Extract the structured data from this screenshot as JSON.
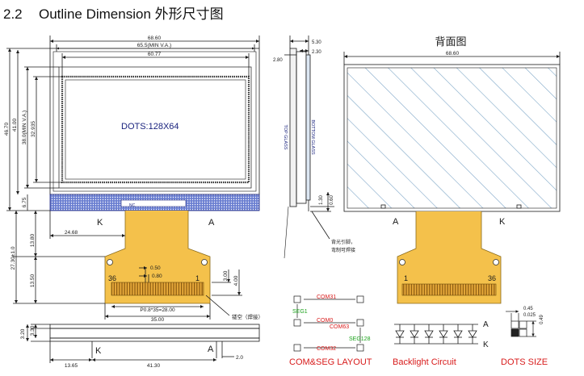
{
  "heading": {
    "number": "2.2",
    "title": "Outline Dimension 外形尺寸图"
  },
  "front": {
    "width_overall": "68.60",
    "va_width": "65.5(MIN V.A.)",
    "aa_width": "60.77",
    "height_overall": "46.70",
    "height_41": "41.00",
    "va_height": "38.0(MIN V.A.)",
    "aa_height": "32.935",
    "dim_675": "6.75",
    "dots_text": "DOTS:128X64",
    "label_k": "K",
    "label_a": "A",
    "dim_2468": "24.68",
    "dim_1380": "13.80",
    "dim_2730": "27.30±1.0",
    "dim_1350": "13.50",
    "dim_050": "0.50",
    "dim_080": "0.80",
    "dim_300": "3.00",
    "dim_400": "4.00",
    "pin_36": "36",
    "pin_1": "1",
    "pitch": "P0.8*35=28.00",
    "dim_3500": "35.00",
    "note_hollow": "镂空（焊接）",
    "chip_label": "NC"
  },
  "side": {
    "dim_530": "5.30",
    "dim_230": "2.30",
    "dim_280": "2.80",
    "top_glass": "TOP GLASS",
    "bottom_glass": "BOTTOM GLASS",
    "dim_130": "1.30",
    "dim_060": "0.60",
    "note_backlight": "背光引脚，",
    "note_solder": "弯制可焊接"
  },
  "back": {
    "title": "背面图",
    "width": "68.60",
    "label_a": "A",
    "label_k": "K",
    "pin_1": "1",
    "pin_36": "36"
  },
  "bottom": {
    "dim_320": "3.20",
    "dim_330": "3.30",
    "label_k": "K",
    "label_a": "A",
    "dim_1365": "13.65",
    "dim_4130": "41.30",
    "dim_20": "2.0"
  },
  "layout_diagram": {
    "com31": "COM31",
    "seg1": "SEG1",
    "com0": "COM0",
    "com63": "COM63",
    "seg128": "SEG128",
    "com32": "COM32",
    "caption": "COM&SEG LAYOUT"
  },
  "backlight": {
    "label_a": "A",
    "label_k": "K",
    "caption": "Backlight Circuit"
  },
  "dots": {
    "dim_045": "0.45",
    "dim_0025": "0.025",
    "dim_049": "0.49",
    "caption": "DOTS SIZE"
  },
  "colors": {
    "line": "#1a1a1a",
    "connector": "#1a237e",
    "hatch": "#7fa7c8",
    "red_text": "#d81b1b",
    "green_text": "#1aa11a",
    "fpc": "#f2b63b"
  }
}
